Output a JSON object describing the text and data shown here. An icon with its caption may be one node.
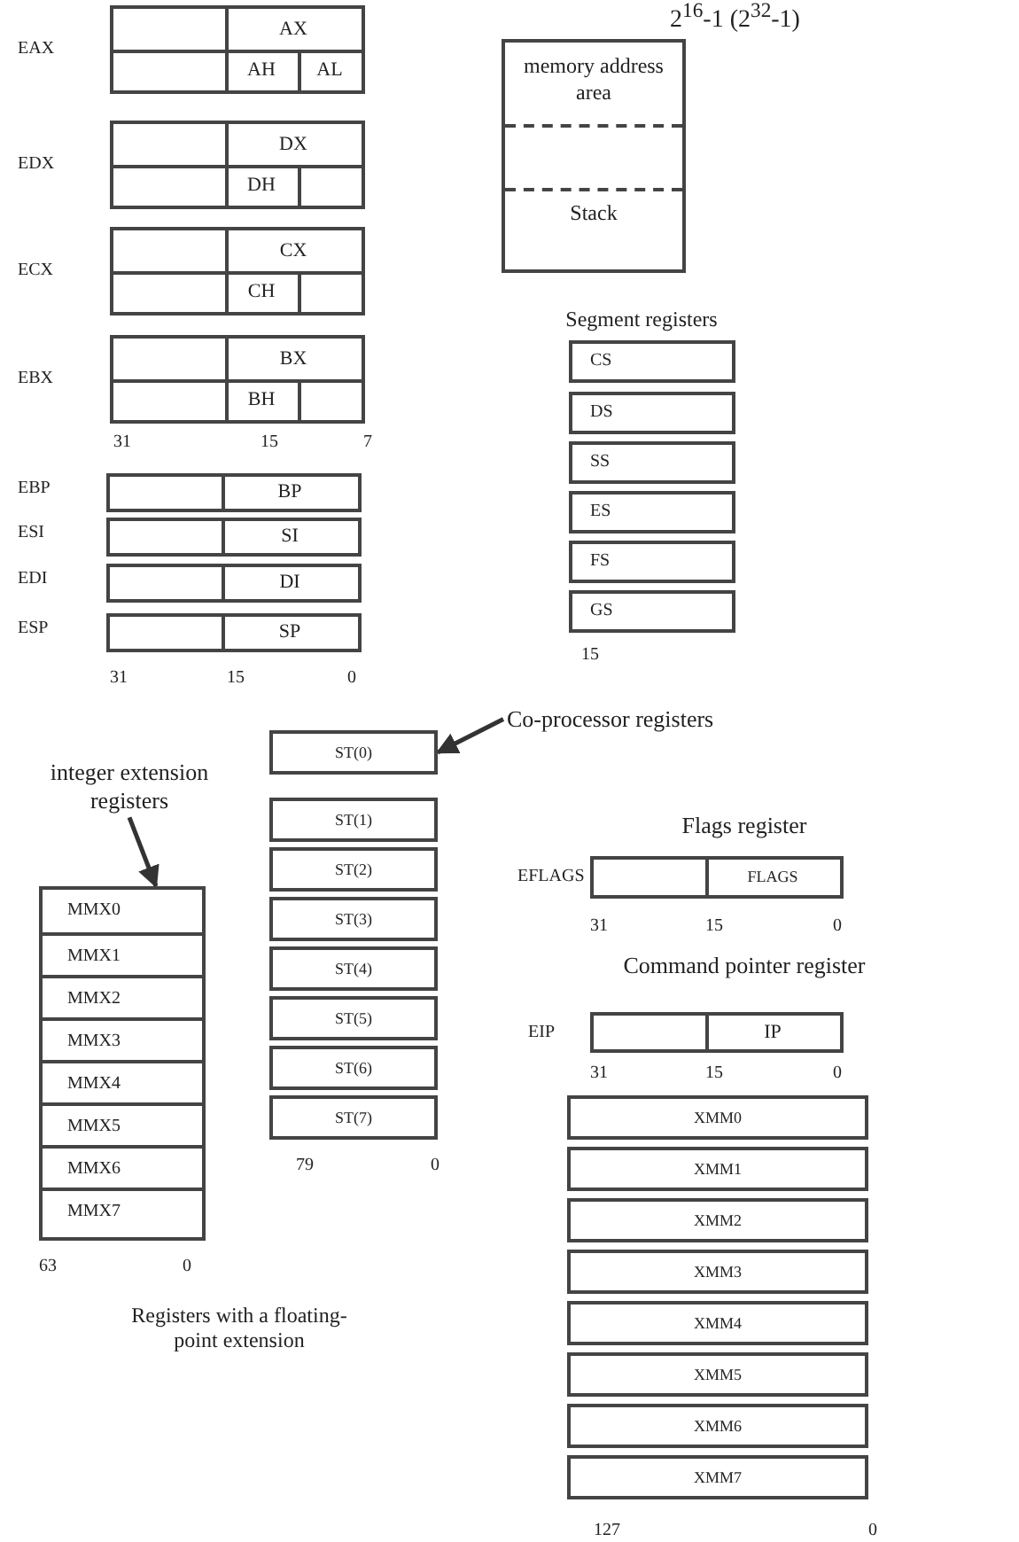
{
  "diagram": {
    "nodes": [
      {
        "text": [
          "AX",
          "AH",
          "AL"
        ],
        "beside": [
          "EAX"
        ]
      },
      {
        "text": [
          "DX",
          "DH"
        ],
        "beside": [
          "EDX"
        ]
      },
      {
        "text": [
          "CX",
          "CH"
        ],
        "beside": [
          "ECX"
        ]
      },
      {
        "text": [
          "BX",
          "BH"
        ],
        "beside": [
          "EBX"
        ]
      },
      {
        "text": [
          "BP"
        ],
        "beside": [
          "EBP"
        ]
      },
      {
        "text": [
          "SI"
        ],
        "beside": [
          "ESI"
        ]
      },
      {
        "text": [
          "DI"
        ],
        "beside": [
          "EDI"
        ]
      },
      {
        "text": [
          "SP"
        ],
        "beside": [
          "ESP"
        ]
      },
      {
        "text": [
          "memory address area",
          "Stack"
        ]
      },
      {
        "text": [
          "CS"
        ]
      },
      {
        "text": [
          "DS"
        ]
      },
      {
        "text": [
          "SS"
        ]
      },
      {
        "text": [
          "ES"
        ]
      },
      {
        "text": [
          "FS"
        ]
      },
      {
        "text": [
          "GS"
        ]
      },
      {
        "text": [
          "Co-processor registers"
        ]
      },
      {
        "text": [
          "ST(0)"
        ]
      },
      {
        "text": [
          "ST(1)"
        ]
      },
      {
        "text": [
          "ST(2)"
        ]
      },
      {
        "text": [
          "ST(3)"
        ]
      },
      {
        "text": [
          "ST(4)"
        ]
      },
      {
        "text": [
          "ST(5)"
        ]
      },
      {
        "text": [
          "ST(6)"
        ]
      },
      {
        "text": [
          "ST(7)"
        ]
      },
      {
        "text": [
          "integer extension registers"
        ]
      },
      {
        "text": [],
        "shape": "box"
      },
      {
        "text": [
          "MMX0"
        ],
        "in": 25
      },
      {
        "text": [
          "MMX1"
        ],
        "in": 25
      },
      {
        "text": [
          "MMX2"
        ],
        "in": 25
      },
      {
        "text": [
          "MMX3"
        ],
        "in": 25
      },
      {
        "text": [
          "MMX4"
        ],
        "in": 25
      },
      {
        "text": [
          "MMX5"
        ],
        "in": 25
      },
      {
        "text": [
          "MMX6"
        ],
        "in": 25
      },
      {
        "text": [
          "MMX7"
        ],
        "in": 25
      },
      {
        "text": [
          "FLAGS"
        ],
        "beside": [
          "EFLAGS"
        ]
      },
      {
        "text": [
          "IP"
        ],
        "beside": [
          "EIP"
        ]
      },
      {
        "text": [
          "XMM0"
        ]
      },
      {
        "text": [
          "XMM1"
        ]
      },
      {
        "text": [
          "XMM2"
        ]
      },
      {
        "text": [
          "XMM3"
        ]
      },
      {
        "text": [
          "XMM4"
        ]
      },
      {
        "text": [
          "XMM5"
        ]
      },
      {
        "text": [
          "XMM6"
        ]
      },
      {
        "text": [
          "XMM7"
        ]
      }
    ],
    "edges": [
      {
        "from": 15,
        "to": 16,
        "arrow": "to"
      },
      {
        "from": 24,
        "to": 25,
        "arrow": "to"
      }
    ],
    "labels": [
      "2$^{16}$-1 (2$^{32}$-1)",
      "31",
      "15",
      "7",
      "Segment registers",
      "31",
      "15",
      "0",
      "15",
      "79",
      "0",
      "Flags register",
      "31",
      "15",
      "0",
      "Command pointer register",
      "31",
      "15",
      "0",
      "63",
      "0",
      "Registers with a floating-point extension",
      "127",
      "0"
    ]
  }
}
